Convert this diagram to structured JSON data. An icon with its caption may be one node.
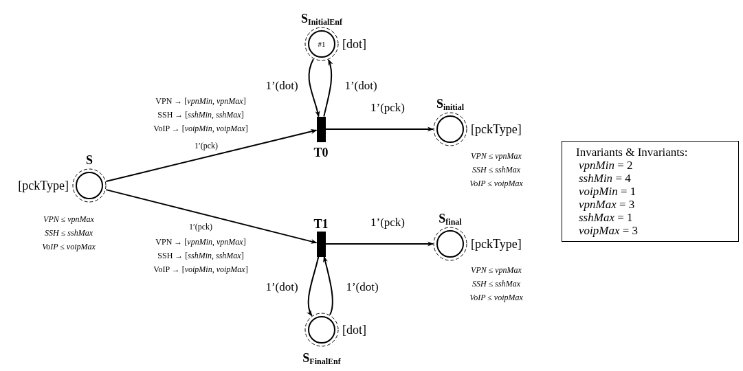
{
  "diagram": {
    "nodes": [
      {
        "text": [
          "S"
        ],
        "beside": [
          "[pckType]",
          "VPN ≤ vpnMax",
          "SSH ≤ sshMax",
          "VoIP ≤ voipMax"
        ]
      },
      {
        "text": [
          "S$_{InitialEnf}$",
          "#1"
        ],
        "beside": [
          "[dot]"
        ]
      },
      {
        "text": [
          "T0"
        ]
      },
      {
        "text": [
          "S$_{initial}$"
        ],
        "beside": [
          "[pckType]",
          "VPN ≤ vpnMax",
          "SSH ≤ sshMax",
          "VoIP ≤ voipMax"
        ]
      },
      {
        "text": [
          "T1"
        ]
      },
      {
        "text": [
          "S$_{final}$"
        ],
        "beside": [
          "[pckType]",
          "VPN ≤ vpnMax",
          "SSH ≤ sshMax",
          "VoIP ≤ voipMax"
        ]
      },
      {
        "text": [
          "S$_{FinalEnf}$"
        ],
        "beside": [
          "[dot]"
        ]
      },
      {
        "text": [
          "Invariants & Invariants:",
          "*vpnMin* = 2",
          "*sshMin* = 4",
          "*voipMin* = 1",
          "*vpnMax* = 3",
          "*sshMax* = 1",
          "*voipMax* = 3"
        ]
      }
    ],
    "edges": [
      {
        "from": 0,
        "to": 2,
        "arrow": "to",
        "label": "1′(pck)"
      },
      {
        "from": 0,
        "to": 4,
        "arrow": "to",
        "label": "1′(pck)"
      },
      {
        "from": 2,
        "to": 3,
        "arrow": "to",
        "label": "1’(pck)"
      },
      {
        "from": 1,
        "to": 2,
        "arrow": "to",
        "label": "1’(dot)"
      },
      {
        "from": 2,
        "to": 1,
        "arrow": "to",
        "label": "1’(dot)"
      },
      {
        "from": 4,
        "to": 5,
        "arrow": "to",
        "label": "1’(pck)"
      },
      {
        "from": 4,
        "to": 6,
        "arrow": "to",
        "label": "1’(dot)"
      },
      {
        "from": 6,
        "to": 4,
        "arrow": "to",
        "label": "1’(dot)"
      }
    ],
    "labels": [
      "VPN → [*vpnMin*, *vpnMax*]",
      "SSH → [*sshMin*, *sshMax*]",
      "VoIP → [*voipMin*, *voipMax*]",
      "VPN → [*vpnMin*, *vpnMax*]",
      "SSH → [*sshMin*, *sshMax*]",
      "VoIP → [*voipMin*, *voipMax*]"
    ]
  }
}
